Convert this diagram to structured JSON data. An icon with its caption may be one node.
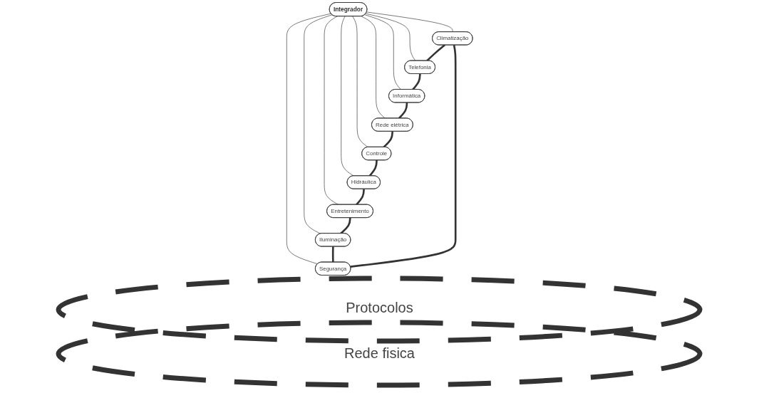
{
  "diagram": {
    "nodes": [
      {
        "text": [
          "Climatização"
        ]
      },
      {
        "text": [
          "Segurança"
        ]
      },
      {
        "text": [
          "Telefonia"
        ]
      },
      {
        "text": [
          "Iluminação"
        ]
      },
      {
        "text": [
          "Integrador"
        ]
      },
      {
        "text": [
          "Informática"
        ]
      },
      {
        "text": [
          "Entretenimento"
        ]
      },
      {
        "text": [
          "Rede elétrica"
        ]
      },
      {
        "text": [
          "Hidráulica"
        ]
      },
      {
        "text": [
          "Controle"
        ]
      }
    ],
    "edges": [
      {
        "from": 4,
        "to": 0,
        "arrow": "none"
      },
      {
        "from": 4,
        "to": 1,
        "arrow": "none"
      },
      {
        "from": 4,
        "to": 2,
        "arrow": "none"
      },
      {
        "from": 4,
        "to": 3,
        "arrow": "none"
      },
      {
        "from": 4,
        "to": 5,
        "arrow": "none"
      },
      {
        "from": 4,
        "to": 6,
        "arrow": "none"
      },
      {
        "from": 4,
        "to": 7,
        "arrow": "none"
      },
      {
        "from": 4,
        "to": 8,
        "arrow": "none"
      },
      {
        "from": 4,
        "to": 9,
        "arrow": "none"
      },
      {
        "from": 6,
        "to": 3,
        "arrow": "none",
        "style": "thick"
      },
      {
        "from": 3,
        "to": 1,
        "arrow": "none",
        "style": "thick"
      },
      {
        "from": 1,
        "to": 0,
        "arrow": "none",
        "style": "thick"
      },
      {
        "from": 0,
        "to": 2,
        "arrow": "none",
        "style": "thick"
      },
      {
        "from": 2,
        "to": 5,
        "arrow": "none",
        "style": "thick"
      },
      {
        "from": 5,
        "to": 7,
        "arrow": "none",
        "style": "thick"
      },
      {
        "from": 7,
        "to": 9,
        "arrow": "none",
        "style": "thick"
      },
      {
        "from": 9,
        "to": 8,
        "arrow": "none",
        "style": "thick"
      },
      {
        "from": 8,
        "to": 6,
        "arrow": "none",
        "style": "thick"
      }
    ],
    "labels": [
      "Protocolos",
      "Rede fisica"
    ]
  }
}
